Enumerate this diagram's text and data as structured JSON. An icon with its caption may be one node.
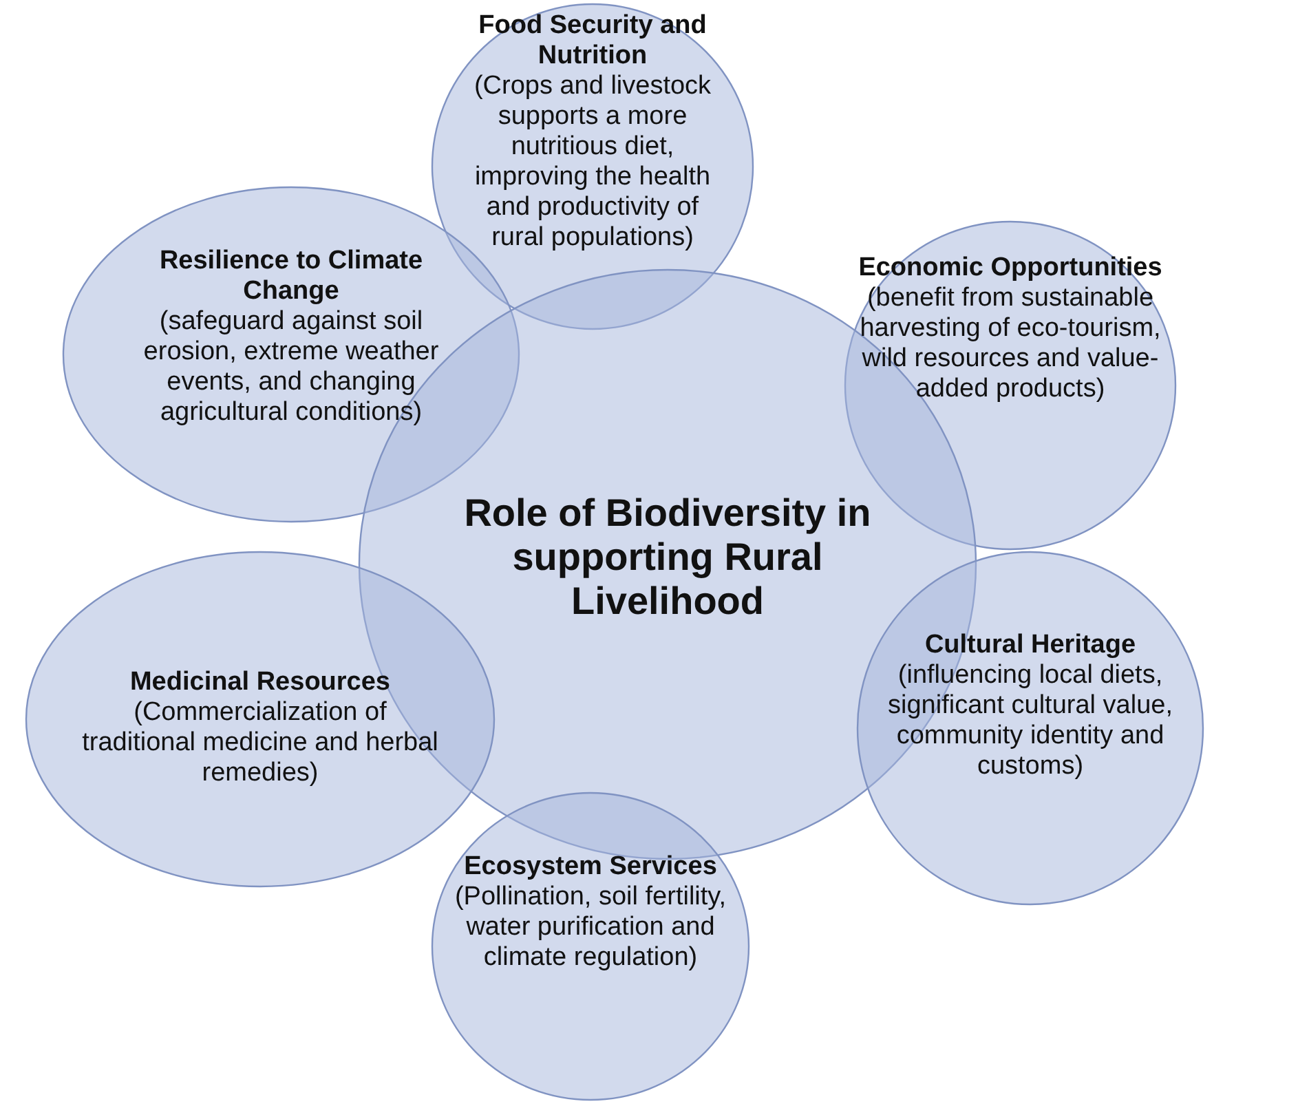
{
  "diagram": {
    "nodes": [
      {
        "text": [
          "Food Security and Nutrition",
          "(Crops and livestock supports a more nutritious diet, improving the health and productivity of rural populations)"
        ]
      },
      {
        "text": [
          "Resilience to Climate Change",
          "(safeguard against soil erosion, extreme weather events, and changing agricultural conditions)"
        ]
      },
      {
        "text": [
          "Economic Opportunities",
          "(benefit from sustainable harvesting of eco-tourism, wild resources and value-added products)"
        ]
      },
      {
        "text": [
          "Role of Biodiversity in supporting Rural Livelihood"
        ]
      },
      {
        "text": [
          "Cultural Heritage",
          "(influencing local diets, significant cultural value, community identity and customs)"
        ]
      },
      {
        "text": [
          "Medicinal Resources",
          "(Commercialization of traditional medicine and herbal remedies)"
        ]
      },
      {
        "text": [
          "Ecosystem Services",
          "(Pollination, soil fertility, water purification and climate regulation)"
        ]
      }
    ],
    "edges": []
  }
}
